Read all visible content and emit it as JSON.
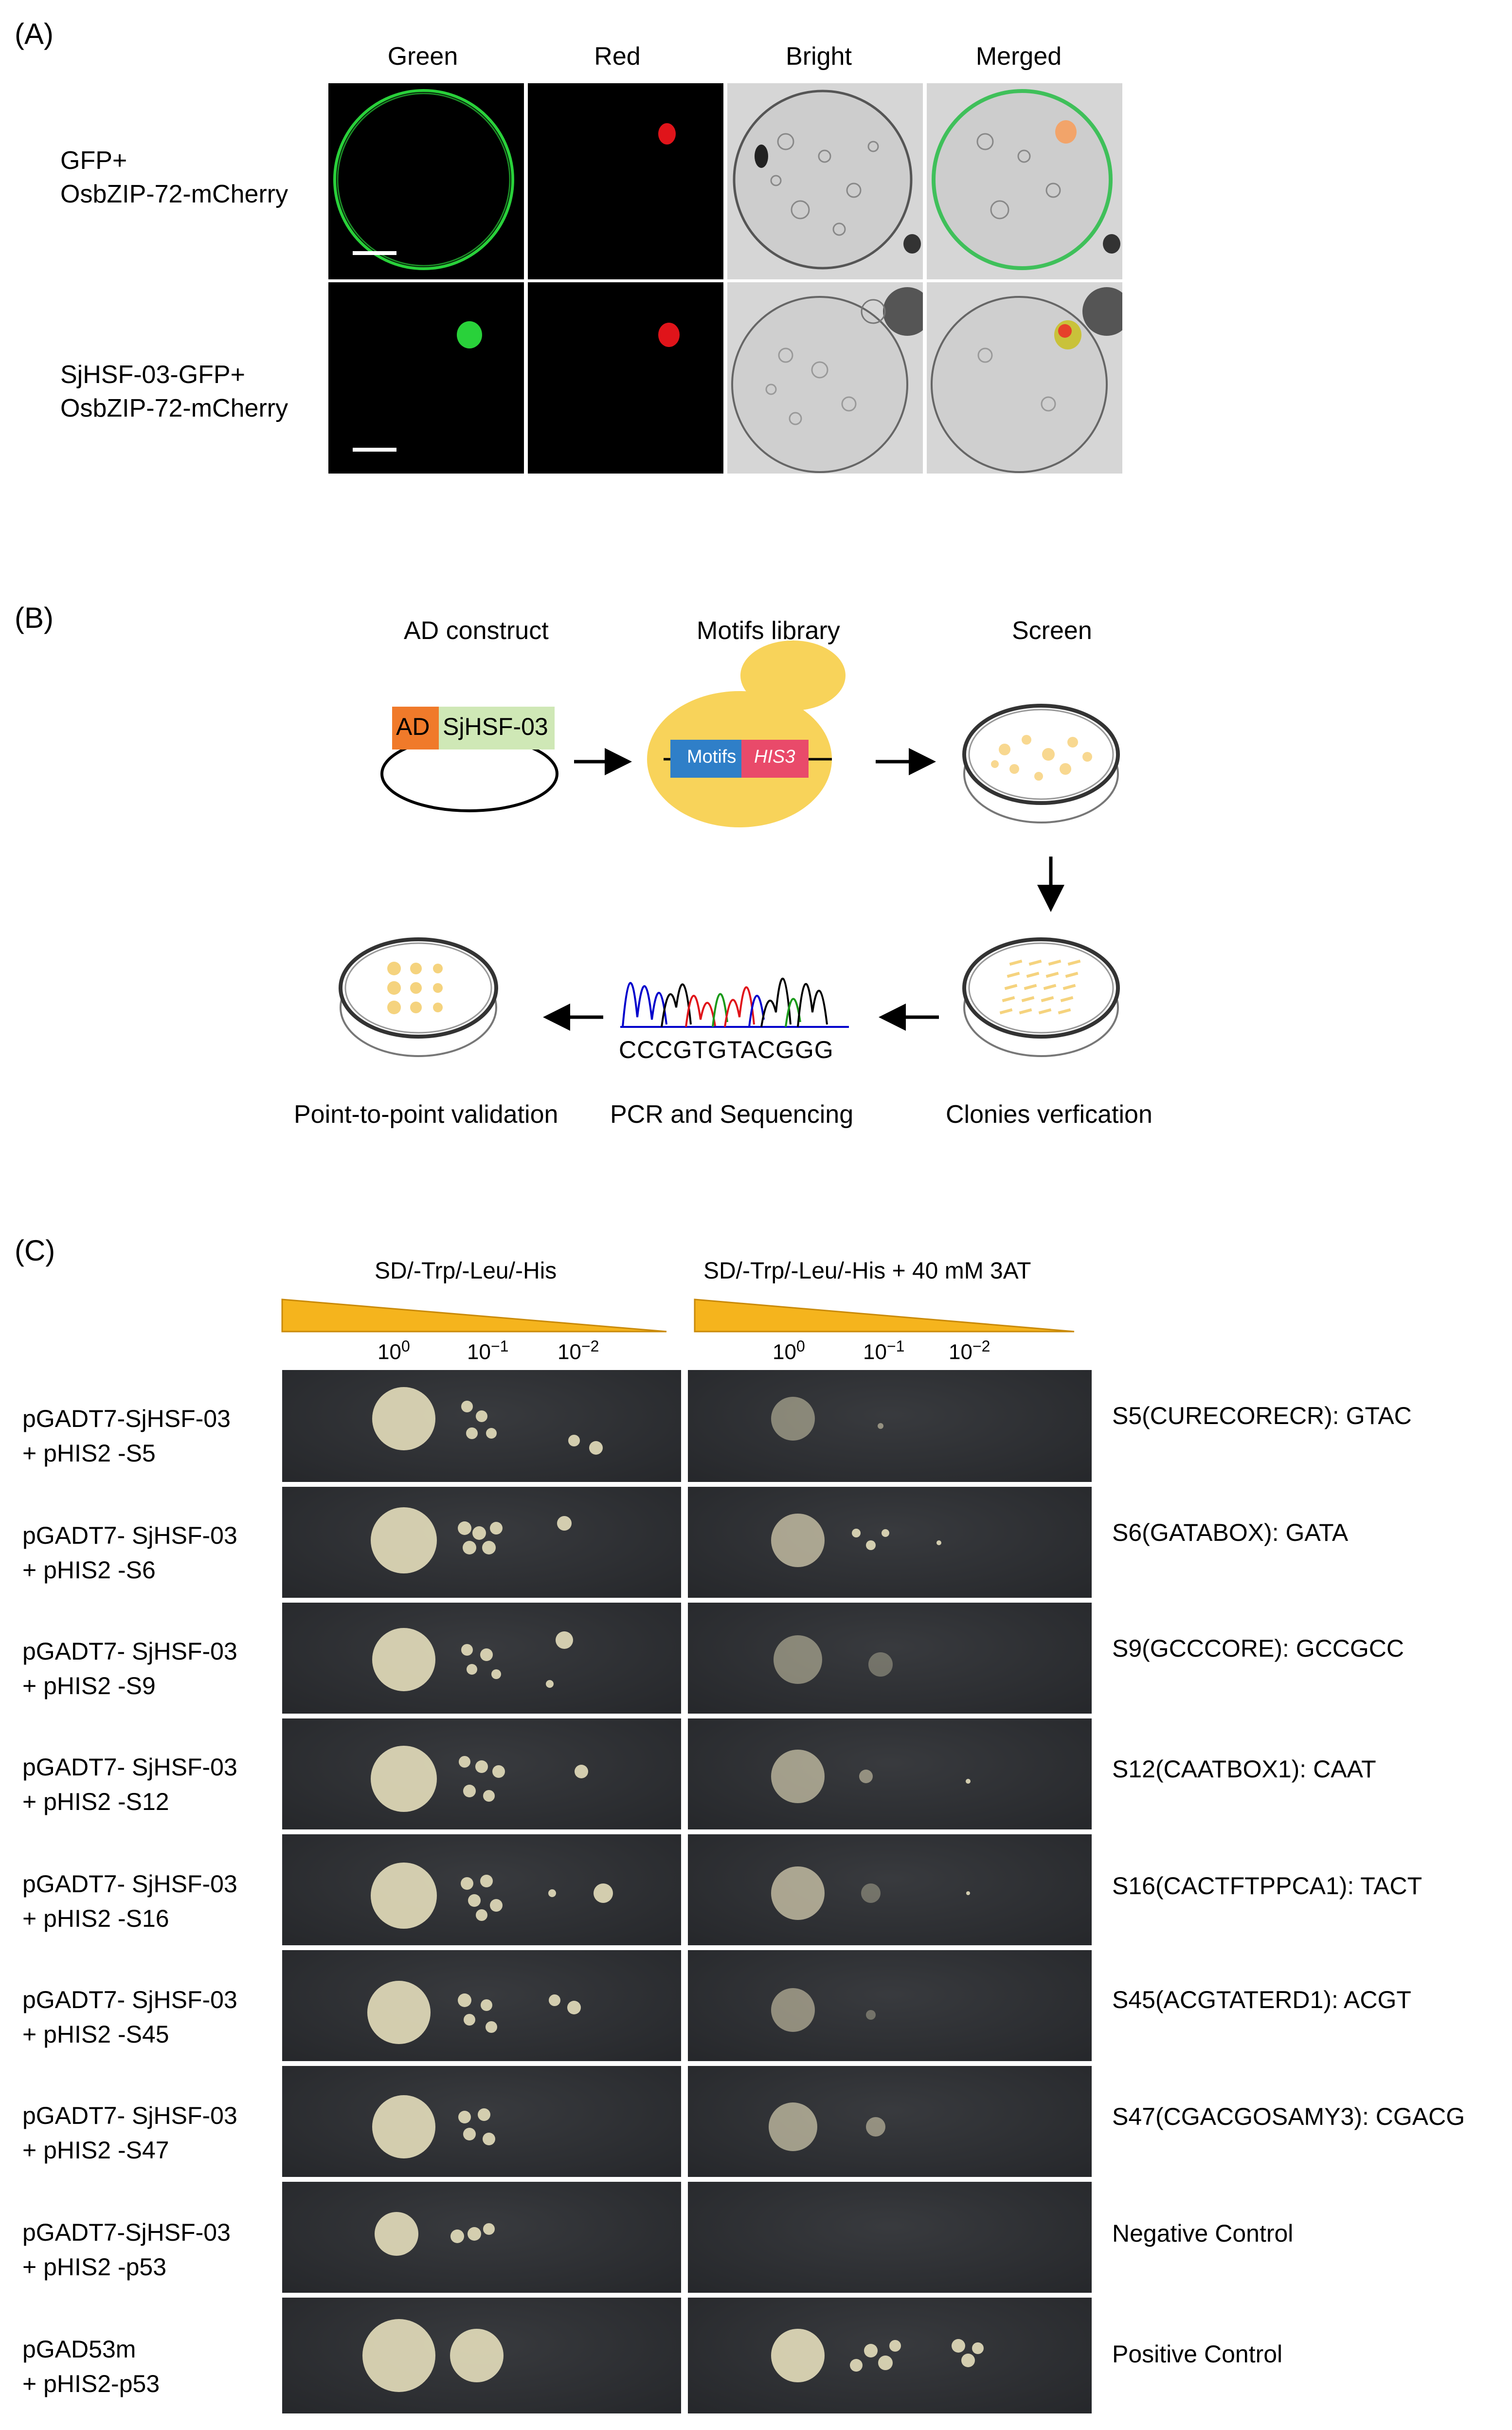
{
  "panel_a": {
    "letter": "(A)",
    "columns": [
      "Green",
      "Red",
      "Bright",
      "Merged"
    ],
    "rows": [
      {
        "line1": "GFP+",
        "line2": "OsbZIP-72-mCherry"
      },
      {
        "line1": "SjHSF-03-GFP+",
        "line2": "OsbZIP-72-mCherry"
      }
    ]
  },
  "panel_b": {
    "letter": "(B)",
    "step_ad": "AD construct",
    "step_library": "Motifs library",
    "step_screen": "Screen",
    "ad_tag": "AD",
    "ad_gene": "SjHSF-03",
    "motifs_label": "Motifs",
    "his3_label": "HIS3",
    "sequence": "CCCGTGTACGGG",
    "step_validation": "Point-to-point validation",
    "step_pcr": "PCR and Sequencing",
    "step_clonies": "Clonies verfication"
  },
  "panel_c": {
    "letter": "(C)",
    "left_medium": "SD/-Trp/-Leu/-His",
    "right_medium": "SD/-Trp/-Leu/-His + 40  mM 3AT",
    "dilution_base": "10",
    "dilution_exps": [
      "0",
      "−1",
      "−2"
    ],
    "rows": [
      {
        "line1": "pGADT7-SjHSF-03",
        "line2": "+ pHIS2 -S5",
        "motif": "S5(CURECORECR): GTAC"
      },
      {
        "line1": "pGADT7- SjHSF-03",
        "line2": "+ pHIS2 -S6",
        "motif": "S6(GATABOX): GATA"
      },
      {
        "line1": "pGADT7- SjHSF-03",
        "line2": "+ pHIS2 -S9",
        "motif": "S9(GCCCORE): GCCGCC"
      },
      {
        "line1": "pGADT7- SjHSF-03",
        "line2": "+ pHIS2 -S12",
        "motif": "S12(CAATBOX1): CAAT"
      },
      {
        "line1": "pGADT7- SjHSF-03",
        "line2": "+ pHIS2 -S16",
        "motif": "S16(CACTFTPPCA1): TACT"
      },
      {
        "line1": "pGADT7- SjHSF-03",
        "line2": "+ pHIS2 -S45",
        "motif": "S45(ACGTATERD1): ACGT"
      },
      {
        "line1": "pGADT7- SjHSF-03",
        "line2": "+ pHIS2 -S47",
        "motif": "S47(CGACGOSAMY3): CGACG"
      },
      {
        "line1": "pGADT7-SjHSF-03",
        "line2": "+ pHIS2 -p53",
        "motif": "Negative Control"
      },
      {
        "line1": "pGAD53m",
        "line2": "+ pHIS2-p53",
        "motif": "Positive  Control"
      }
    ]
  },
  "colors": {
    "gfp": "#29d13a",
    "mcherry": "#e0141a",
    "ad_orange": "#f07a2a",
    "gene_green": "#cfe8b6",
    "yeast_yellow": "#f8d35a",
    "motif_blue": "#2f7fc8",
    "his3_pink": "#e94a6a",
    "colony": "#ddd6b6",
    "triangle": "#f5b41d"
  }
}
